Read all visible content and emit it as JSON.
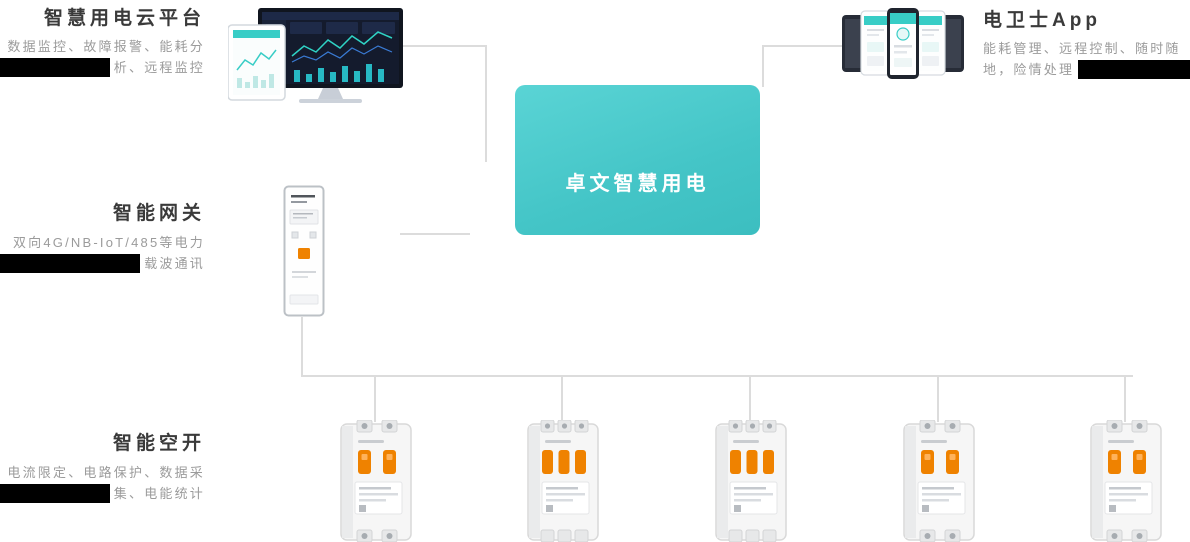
{
  "hub": {
    "label": "卓文智慧用电"
  },
  "cloud": {
    "title": "智慧用电云平台",
    "desc": [
      "数据监控、故障报警、能耗分",
      "析、远程监控"
    ]
  },
  "app": {
    "title": "电卫士App",
    "desc": [
      "能耗管理、远程控制、随时随",
      "地，险情处理"
    ]
  },
  "gateway": {
    "title": "智能网关",
    "desc": [
      "双向4G/NB-IoT/485等电力",
      "载波通讯"
    ]
  },
  "breakers": {
    "title": "智能空开",
    "desc": [
      "电流限定、电路保护、数据采",
      "集、电能统计"
    ],
    "count": 5
  },
  "colors": {
    "hub_teal_light": "#5ad4d5",
    "hub_teal_dark": "#3cbec0",
    "accent_teal": "#38cdc6",
    "lever_orange": "#ef8200",
    "connector_gray": "#dcdcdc",
    "title_text": "#3a3a3a",
    "desc_text": "#9b9b9b",
    "redaction_black": "#000000"
  }
}
